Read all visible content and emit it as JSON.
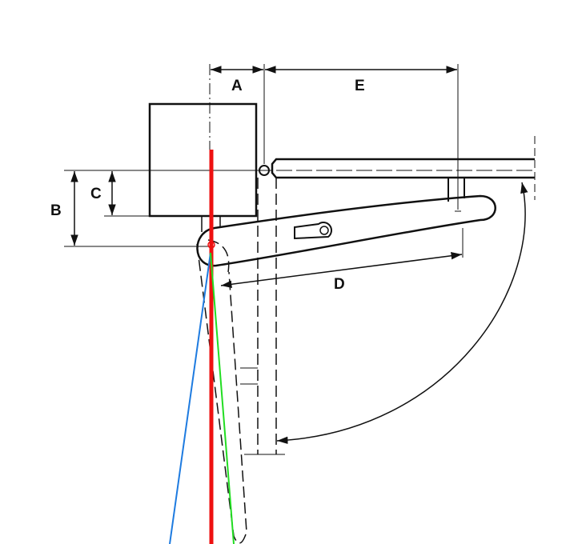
{
  "labels": {
    "a": "A",
    "e": "E",
    "b": "B",
    "c": "C",
    "d": "D"
  },
  "colors": {
    "line": "#111111",
    "red": "#ee1111",
    "blue": "#1e7be0",
    "green": "#22dd22"
  }
}
